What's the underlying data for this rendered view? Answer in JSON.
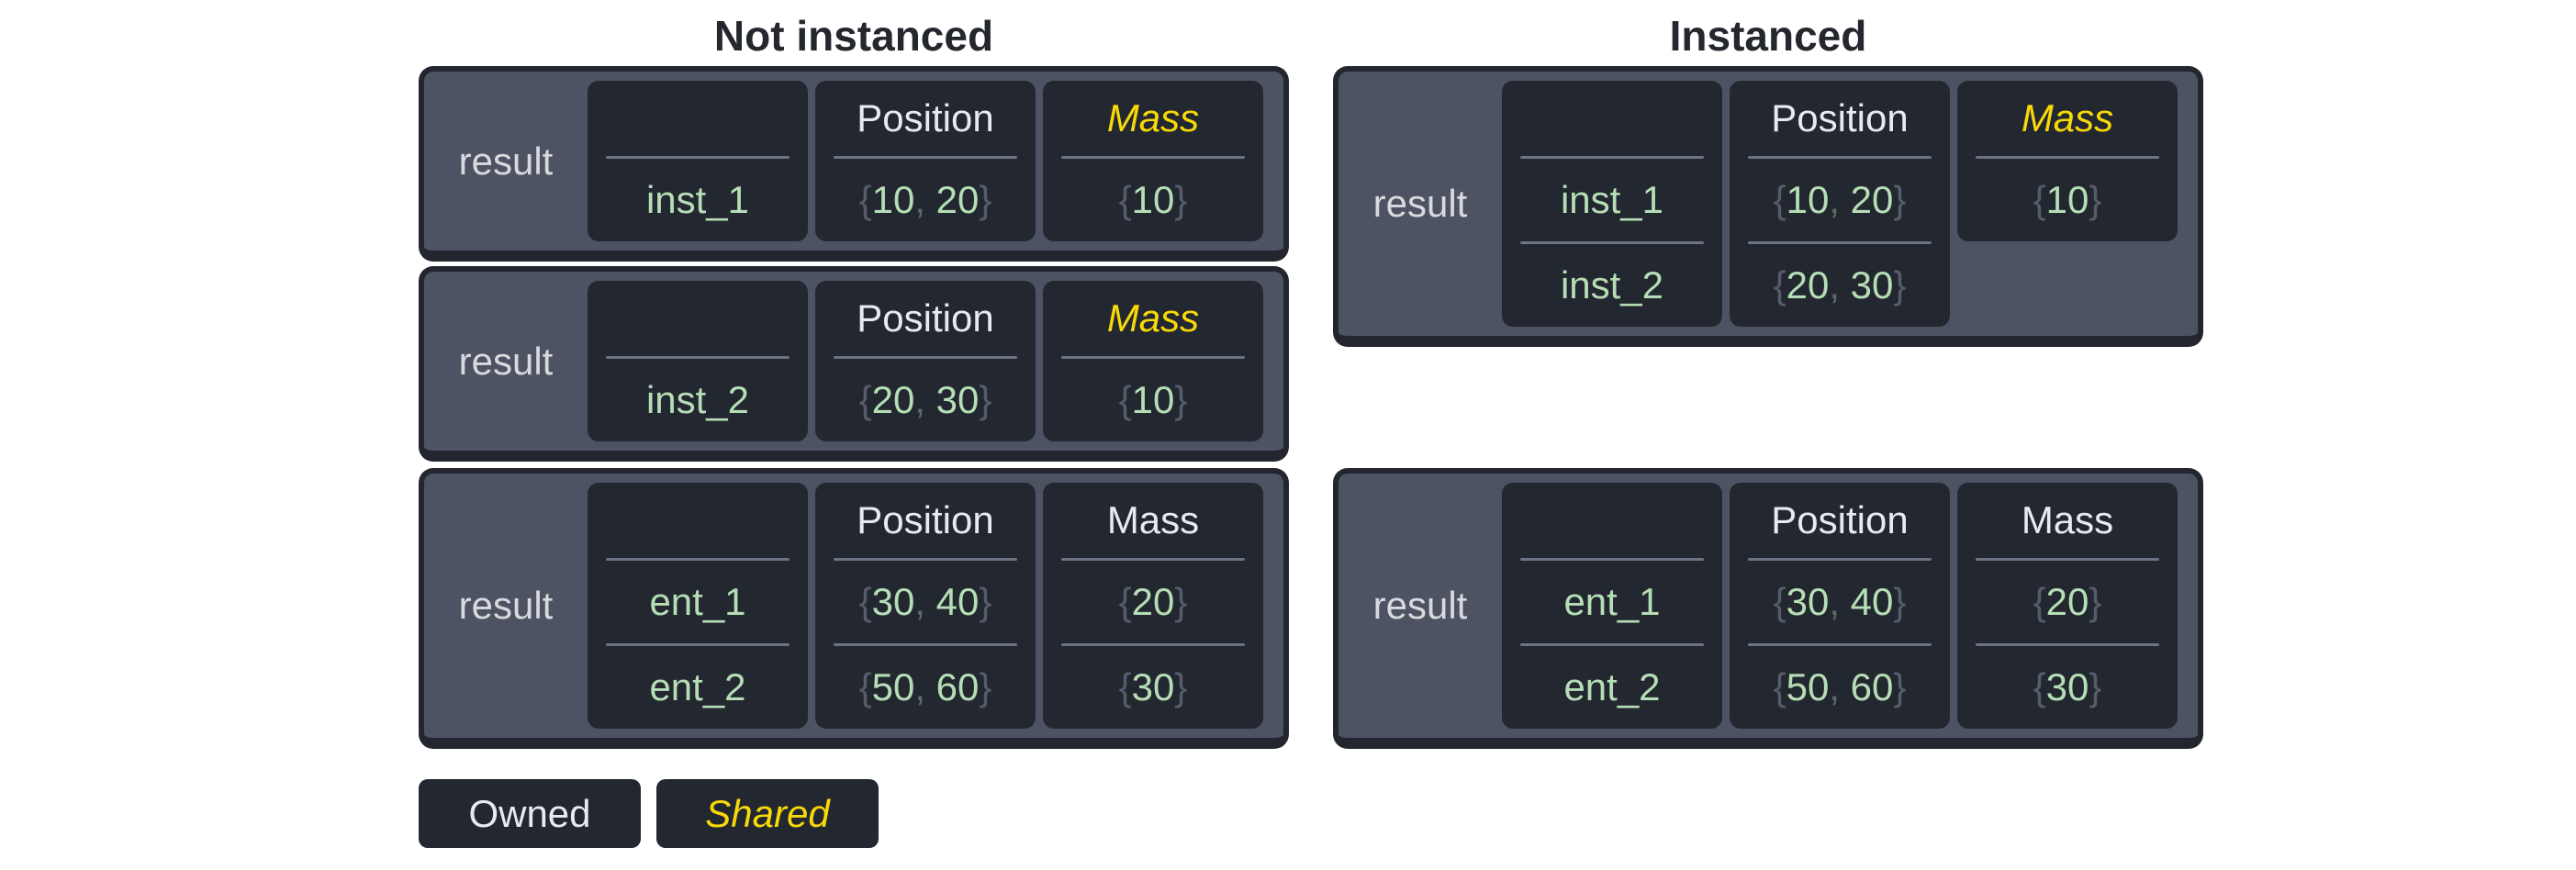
{
  "sections": [
    {
      "title": "Not instanced",
      "tables": [
        {
          "result_label": "result",
          "columns": [
            {
              "header": "",
              "shared": false,
              "rows": [
                {
                  "entity": "inst_1"
                }
              ]
            },
            {
              "header": "Position",
              "shared": false,
              "rows": [
                {
                  "values": [
                    10,
                    20
                  ]
                }
              ]
            },
            {
              "header": "Mass",
              "shared": true,
              "rows": [
                {
                  "values": [
                    10
                  ]
                }
              ]
            }
          ]
        },
        {
          "result_label": "result",
          "columns": [
            {
              "header": "",
              "shared": false,
              "rows": [
                {
                  "entity": "inst_2"
                }
              ]
            },
            {
              "header": "Position",
              "shared": false,
              "rows": [
                {
                  "values": [
                    20,
                    30
                  ]
                }
              ]
            },
            {
              "header": "Mass",
              "shared": true,
              "rows": [
                {
                  "values": [
                    10
                  ]
                }
              ]
            }
          ]
        },
        {
          "result_label": "result",
          "columns": [
            {
              "header": "",
              "shared": false,
              "rows": [
                {
                  "entity": "ent_1"
                },
                {
                  "entity": "ent_2"
                }
              ]
            },
            {
              "header": "Position",
              "shared": false,
              "rows": [
                {
                  "values": [
                    30,
                    40
                  ]
                },
                {
                  "values": [
                    50,
                    60
                  ]
                }
              ]
            },
            {
              "header": "Mass",
              "shared": false,
              "rows": [
                {
                  "values": [
                    20
                  ]
                },
                {
                  "values": [
                    30
                  ]
                }
              ]
            }
          ]
        }
      ]
    },
    {
      "title": "Instanced",
      "tables": [
        {
          "result_label": "result",
          "columns": [
            {
              "header": "",
              "shared": false,
              "rows": [
                {
                  "entity": "inst_1"
                },
                {
                  "entity": "inst_2"
                }
              ]
            },
            {
              "header": "Position",
              "shared": false,
              "rows": [
                {
                  "values": [
                    10,
                    20
                  ]
                },
                {
                  "values": [
                    20,
                    30
                  ]
                }
              ]
            },
            {
              "header": "Mass",
              "shared": true,
              "rows": [
                {
                  "values": [
                    10
                  ]
                }
              ]
            }
          ]
        },
        {
          "result_label": "result",
          "columns": [
            {
              "header": "",
              "shared": false,
              "rows": [
                {
                  "entity": "ent_1"
                },
                {
                  "entity": "ent_2"
                }
              ]
            },
            {
              "header": "Position",
              "shared": false,
              "rows": [
                {
                  "values": [
                    30,
                    40
                  ]
                },
                {
                  "values": [
                    50,
                    60
                  ]
                }
              ]
            },
            {
              "header": "Mass",
              "shared": false,
              "rows": [
                {
                  "values": [
                    20
                  ]
                },
                {
                  "values": [
                    30
                  ]
                }
              ]
            }
          ]
        }
      ]
    }
  ],
  "legend": {
    "owned": "Owned",
    "shared": "Shared"
  },
  "colors": {
    "title": "#24272e",
    "table_bg": "#4d5363",
    "cell_bg": "#232730",
    "border": "#23262e",
    "header_text": "#e8eaee",
    "result_text": "#d8dade",
    "value_green": "#b6deb6",
    "shared_yellow": "#f7d908",
    "brace_gray": "#555c6a",
    "comma_gray": "#5e6b64",
    "divider_gray": "#6c7382"
  }
}
